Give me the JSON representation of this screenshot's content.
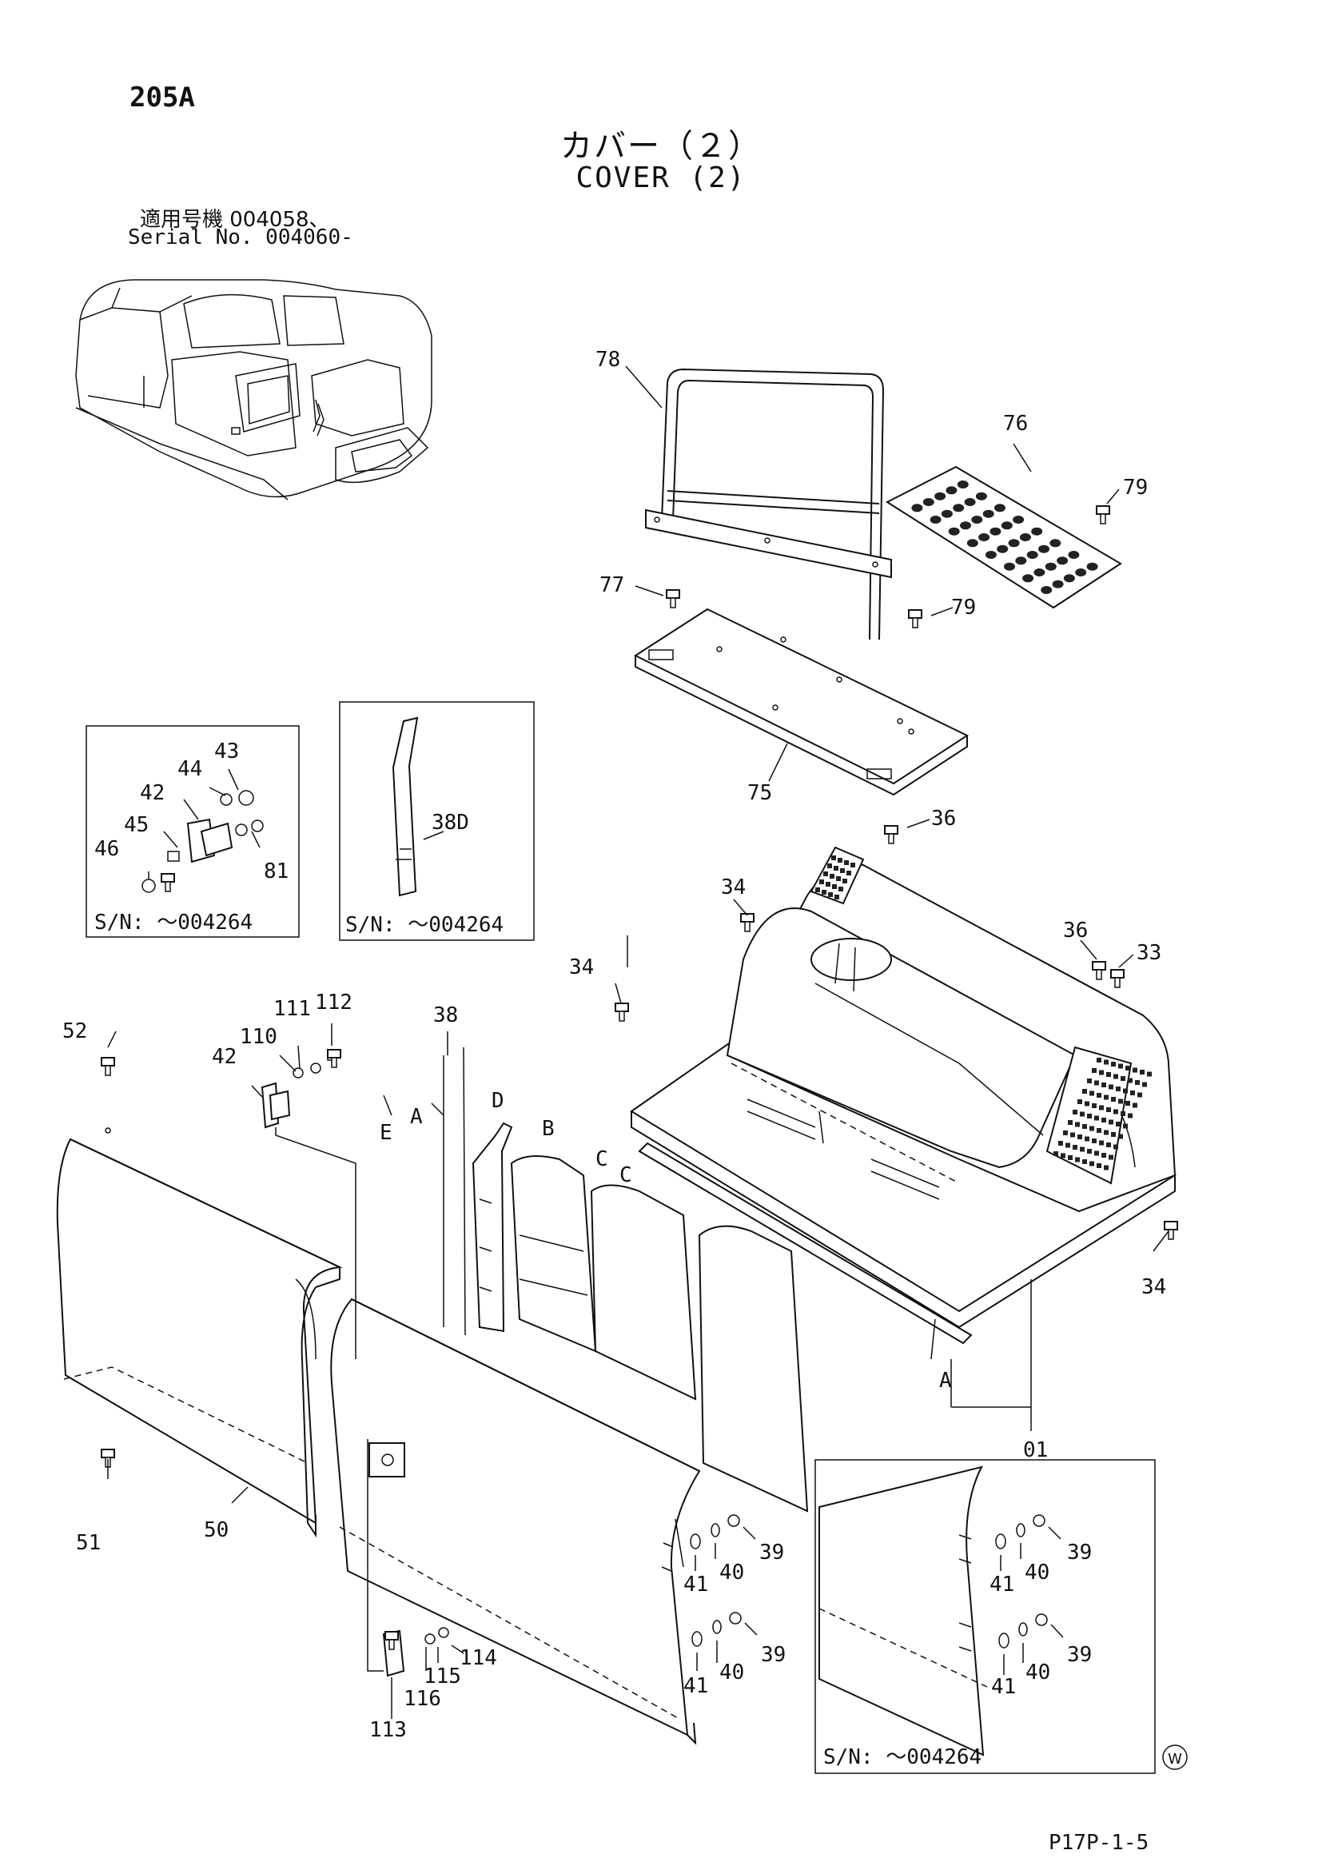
{
  "header": {
    "page_code": "205A",
    "title_ja": "カバー（２）",
    "title_en": "COVER (2)",
    "serial_line_1": "適用号機  004058、",
    "serial_line_2": "Serial No. 004060-"
  },
  "footer": {
    "page_ref": "P17P-1-5",
    "watermark": "W"
  },
  "insets": {
    "sn_left": "S/N: ～004264",
    "sn_mid": "S/N: ～004264",
    "sn_right": "S/N: ～004264"
  },
  "callouts": {
    "p78": "78",
    "p76": "76",
    "p79a": "79",
    "p79b": "79",
    "p77": "77",
    "p75": "75",
    "p36a": "36",
    "p36b": "36",
    "p34a": "34",
    "p34b": "34",
    "p34c": "34",
    "p33": "33",
    "p01": "01",
    "p43": "43",
    "p44": "44",
    "p42a": "42",
    "p45": "45",
    "p46": "46",
    "p81": "81",
    "p38D": "38D",
    "p38": "38",
    "p52": "52",
    "p111": "111",
    "p112": "112",
    "p110": "110",
    "p42b": "42",
    "p51": "51",
    "p50": "50",
    "p41a": "41",
    "p40a": "40",
    "p39a": "39",
    "p41b": "41",
    "p40b": "40",
    "p39b": "39",
    "p114": "114",
    "p115": "115",
    "p116": "116",
    "p113": "113",
    "p41c": "41",
    "p40c": "40",
    "p39c": "39",
    "p41d": "41",
    "p40d": "40",
    "p39d": "39",
    "lA1": "A",
    "lE": "E",
    "lD": "D",
    "lB": "B",
    "lC1": "C",
    "lC2": "C",
    "lA2": "A"
  },
  "icons": {
    "watermark": "circled-letter-icon",
    "fastener": "bolt-icon"
  }
}
